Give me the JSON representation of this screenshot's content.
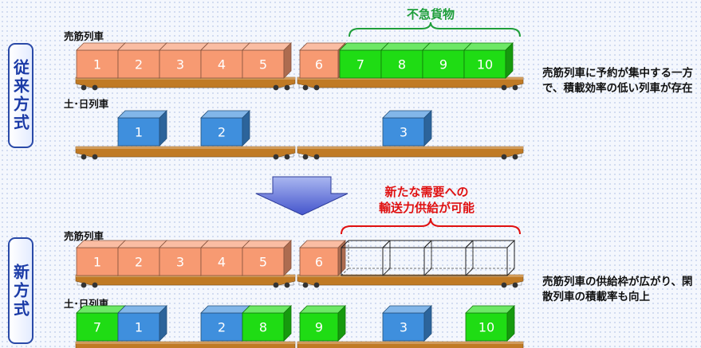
{
  "sections": {
    "old": {
      "label": "従来方式",
      "note": "売筋列車に予約が集中する一方で、積載効率の低い列車が存在"
    },
    "new": {
      "label": "新方式",
      "note": "売筋列車の供給枠が広がり、閑散列車の積載率も向上"
    }
  },
  "train_labels": {
    "popular": "売筋列車",
    "weekend": "土･日列車"
  },
  "annotations": {
    "nonurgent": "不急貨物",
    "new_demand": [
      "新たな需要への",
      "輸送力供給が可能"
    ]
  },
  "rows": {
    "old_popular": [
      "1",
      "2",
      "3",
      "4",
      "5",
      "6",
      "7",
      "8",
      "9",
      "10"
    ],
    "old_weekend": [
      "1",
      "2",
      "3"
    ],
    "new_popular": [
      "1",
      "2",
      "3",
      "4",
      "5",
      "6",
      "",
      "",
      "",
      ""
    ],
    "new_weekend": [
      "7",
      "1",
      "2",
      "8",
      "9",
      "3",
      "10"
    ]
  },
  "colors": {
    "container_orange": "#f79a72",
    "container_green": "#1fdc14",
    "container_blue": "#3f8fdd",
    "flatcar": "#c07a24",
    "green_text": "#1e9e3a",
    "red_text": "#e01010",
    "label_blue": "#1a3aa6",
    "arrow_blue": "#5566d6"
  }
}
